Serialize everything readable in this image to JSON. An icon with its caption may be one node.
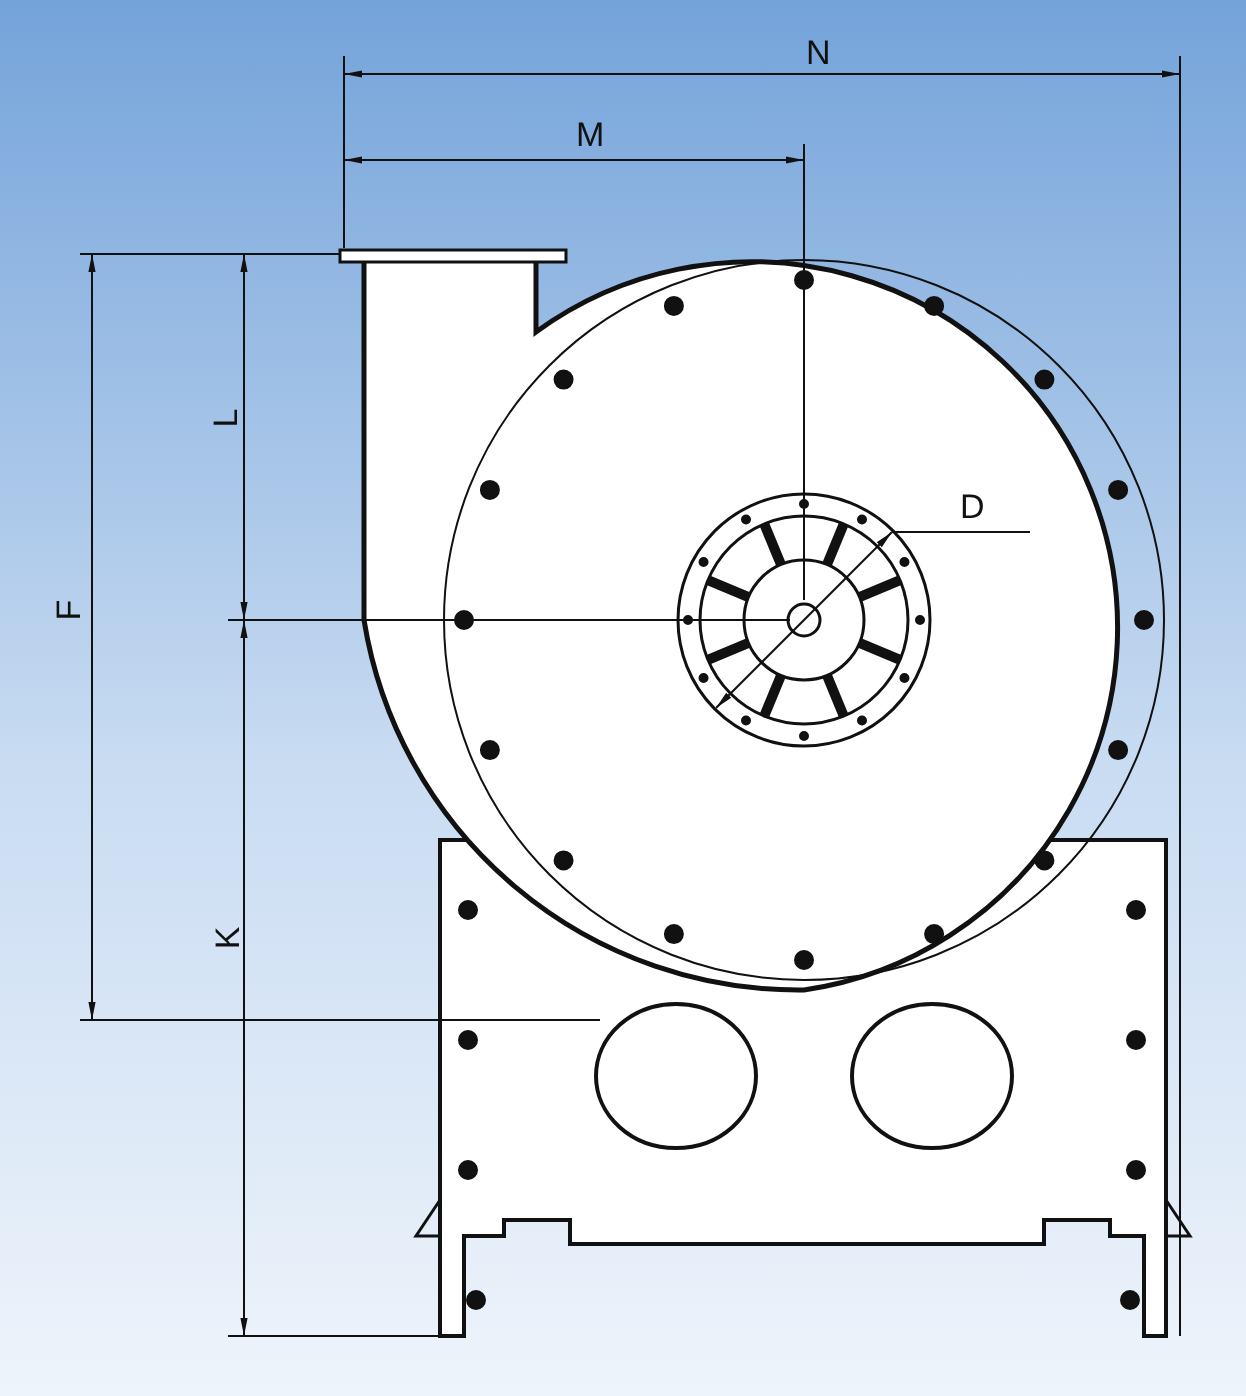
{
  "diagram": {
    "labels": [
      "N",
      "M",
      "L",
      "D",
      "F",
      "K"
    ]
  }
}
